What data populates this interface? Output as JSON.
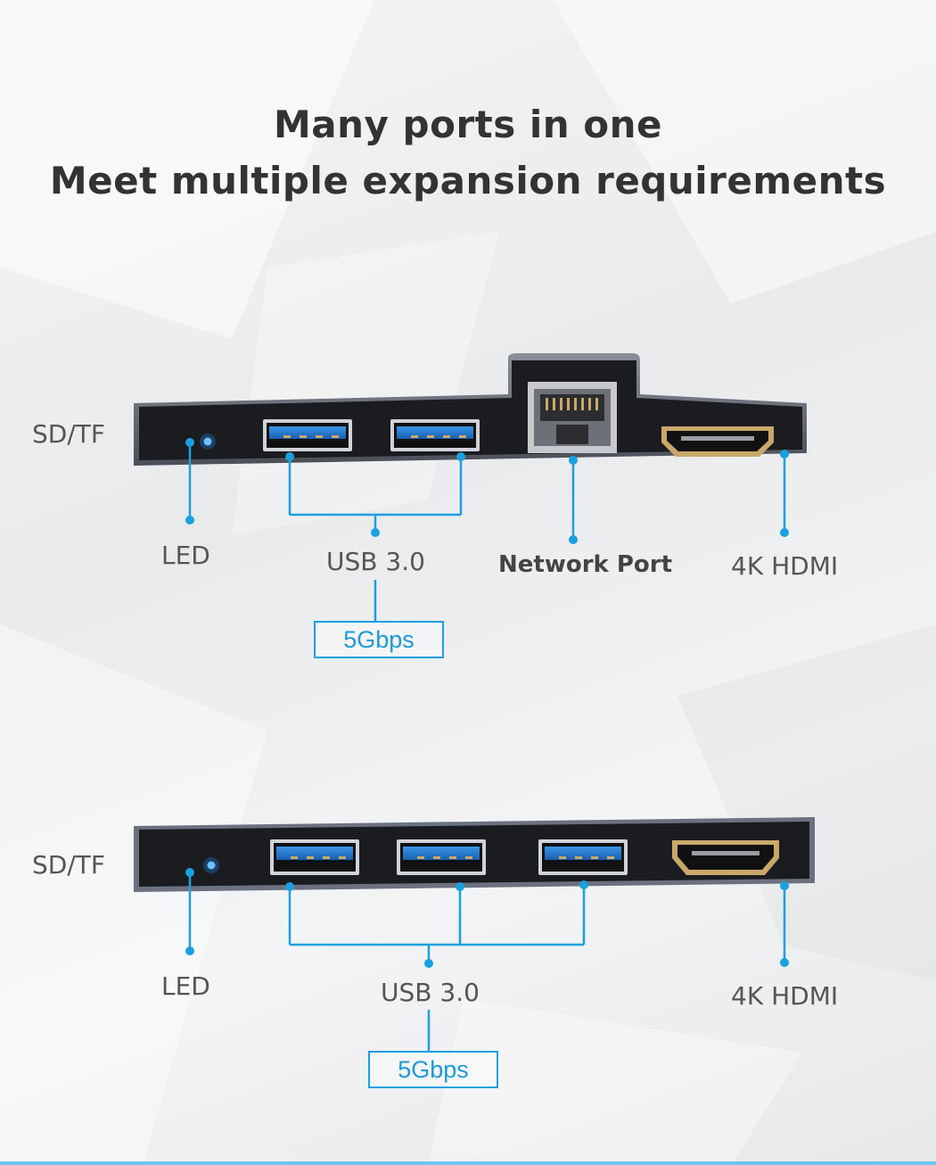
{
  "heading": {
    "line1": "Many ports in one",
    "line2": "Meet multiple expansion requirements"
  },
  "hub_top": {
    "sd_label": "SD/TF",
    "led_label": "LED",
    "usb_label": "USB 3.0",
    "usb_speed": "5Gbps",
    "network_label": "Network Port",
    "hdmi_label": "4K HDMI"
  },
  "hub_bottom": {
    "sd_label": "SD/TF",
    "led_label": "LED",
    "usb_label": "USB 3.0",
    "usb_speed": "5Gbps",
    "hdmi_label": "4K HDMI"
  },
  "colors": {
    "accent": "#1aa0e0",
    "device_body": "#1b1c1f",
    "usb_blue": "#2a7fd4",
    "hdmi_gold": "#c9a86a"
  }
}
